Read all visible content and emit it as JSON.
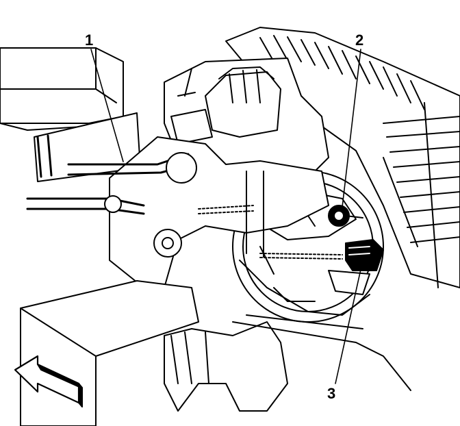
{
  "callouts": [
    {
      "label": "1"
    },
    {
      "label": "2"
    },
    {
      "label": "3"
    }
  ],
  "colors": {
    "ink": "#000000",
    "paper": "#ffffff"
  },
  "icons": [
    "direction-arrow-icon"
  ]
}
